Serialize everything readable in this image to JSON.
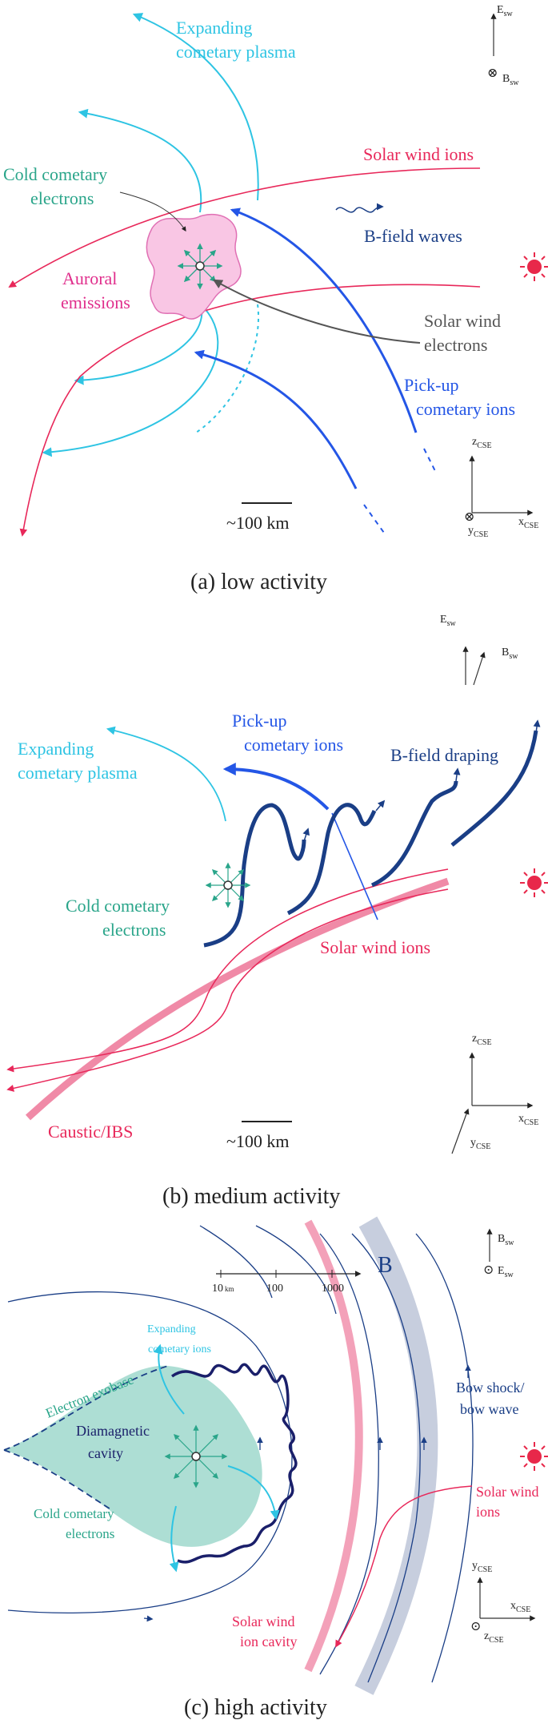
{
  "colors": {
    "cyan": "#2ec4e3",
    "teal": "#2aa58a",
    "magenta": "#e02e8c",
    "crimson": "#e8285a",
    "blue": "#2456e6",
    "navy": "#1a3e86",
    "grey": "#555555",
    "pink": "#f08aa7",
    "slate": "#c7cede",
    "sun": "#e8284a"
  },
  "panel_a": {
    "expanding_plasma": [
      "Expanding",
      "cometary plasma"
    ],
    "cold_electrons": [
      "Cold cometary",
      "electrons"
    ],
    "auroral": [
      "Auroral",
      "emissions"
    ],
    "solar_wind_ions": "Solar wind ions",
    "bfield_waves": "B-field waves",
    "solar_wind_electrons": [
      "Solar wind",
      "electrons"
    ],
    "pickup_ions": [
      "Pick-up",
      "cometary ions"
    ],
    "scale": "~100 km",
    "axes": {
      "e": "E",
      "e_sub": "sw",
      "b": "B",
      "b_sub": "sw",
      "z": "z",
      "z_sub": "CSE",
      "x": "x",
      "x_sub": "CSE",
      "y": "y",
      "y_sub": "CSE"
    },
    "caption": "(a) low activity"
  },
  "panel_b": {
    "expanding_plasma": [
      "Expanding",
      "cometary plasma"
    ],
    "pickup_ions": [
      "Pick-up",
      "cometary ions"
    ],
    "bfield_draping": "B-field draping",
    "cold_electrons": [
      "Cold cometary",
      "electrons"
    ],
    "solar_wind_ions": "Solar wind ions",
    "caustic": "Caustic/IBS",
    "scale": "~100 km",
    "axes": {
      "e": "E",
      "e_sub": "sw",
      "b": "B",
      "b_sub": "sw",
      "z": "z",
      "z_sub": "CSE",
      "x": "x",
      "x_sub": "CSE",
      "y": "y",
      "y_sub": "CSE"
    },
    "caption": "(b) medium activity"
  },
  "panel_c": {
    "b_label": "B",
    "scale_ticks": [
      "10",
      "100",
      "1000"
    ],
    "scale_unit": "km",
    "expanding_ions": [
      "Expanding",
      "cometary ions"
    ],
    "exobase": "Electron exobase",
    "diamagnetic": [
      "Diamagnetic",
      "cavity"
    ],
    "cold_electrons": [
      "Cold cometary",
      "electrons"
    ],
    "bow_shock": [
      "Bow shock/",
      "bow wave"
    ],
    "solar_wind_ions": [
      "Solar wind",
      "ions"
    ],
    "ion_cavity": [
      "Solar wind",
      "ion cavity"
    ],
    "axes": {
      "b": "B",
      "b_sub": "sw",
      "e": "E",
      "e_sub": "sw",
      "y": "y",
      "y_sub": "CSE",
      "x": "x",
      "x_sub": "CSE",
      "z": "z",
      "z_sub": "CSE"
    },
    "caption": "(c) high activity"
  }
}
